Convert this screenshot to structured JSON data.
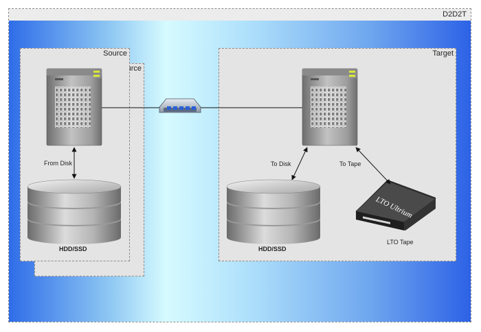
{
  "diagram": {
    "title": "D2D2T",
    "source": {
      "title": "Source",
      "shadow_title": "Source",
      "edge_label": "From Disk",
      "storage_label": "HDD/SSD"
    },
    "target": {
      "title": "Target",
      "edge_disk_label": "To Disk",
      "edge_tape_label": "To Tape",
      "storage_label": "HDD/SSD",
      "tape_label": "LTO Tape",
      "tape_brand": "LTO Ultrium"
    }
  }
}
